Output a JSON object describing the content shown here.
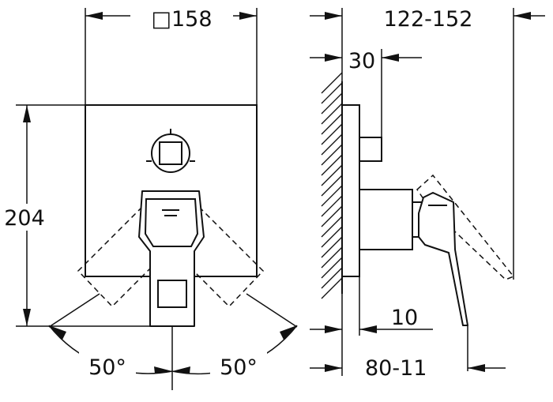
{
  "front_view": {
    "width_label": "□158",
    "height_label": "204",
    "angle_left_label": "50°",
    "angle_right_label": "50°"
  },
  "side_view": {
    "depth_range_label": "122-152",
    "spindle_label": "30",
    "plate_label": "10",
    "install_depth_label": "80-11"
  }
}
